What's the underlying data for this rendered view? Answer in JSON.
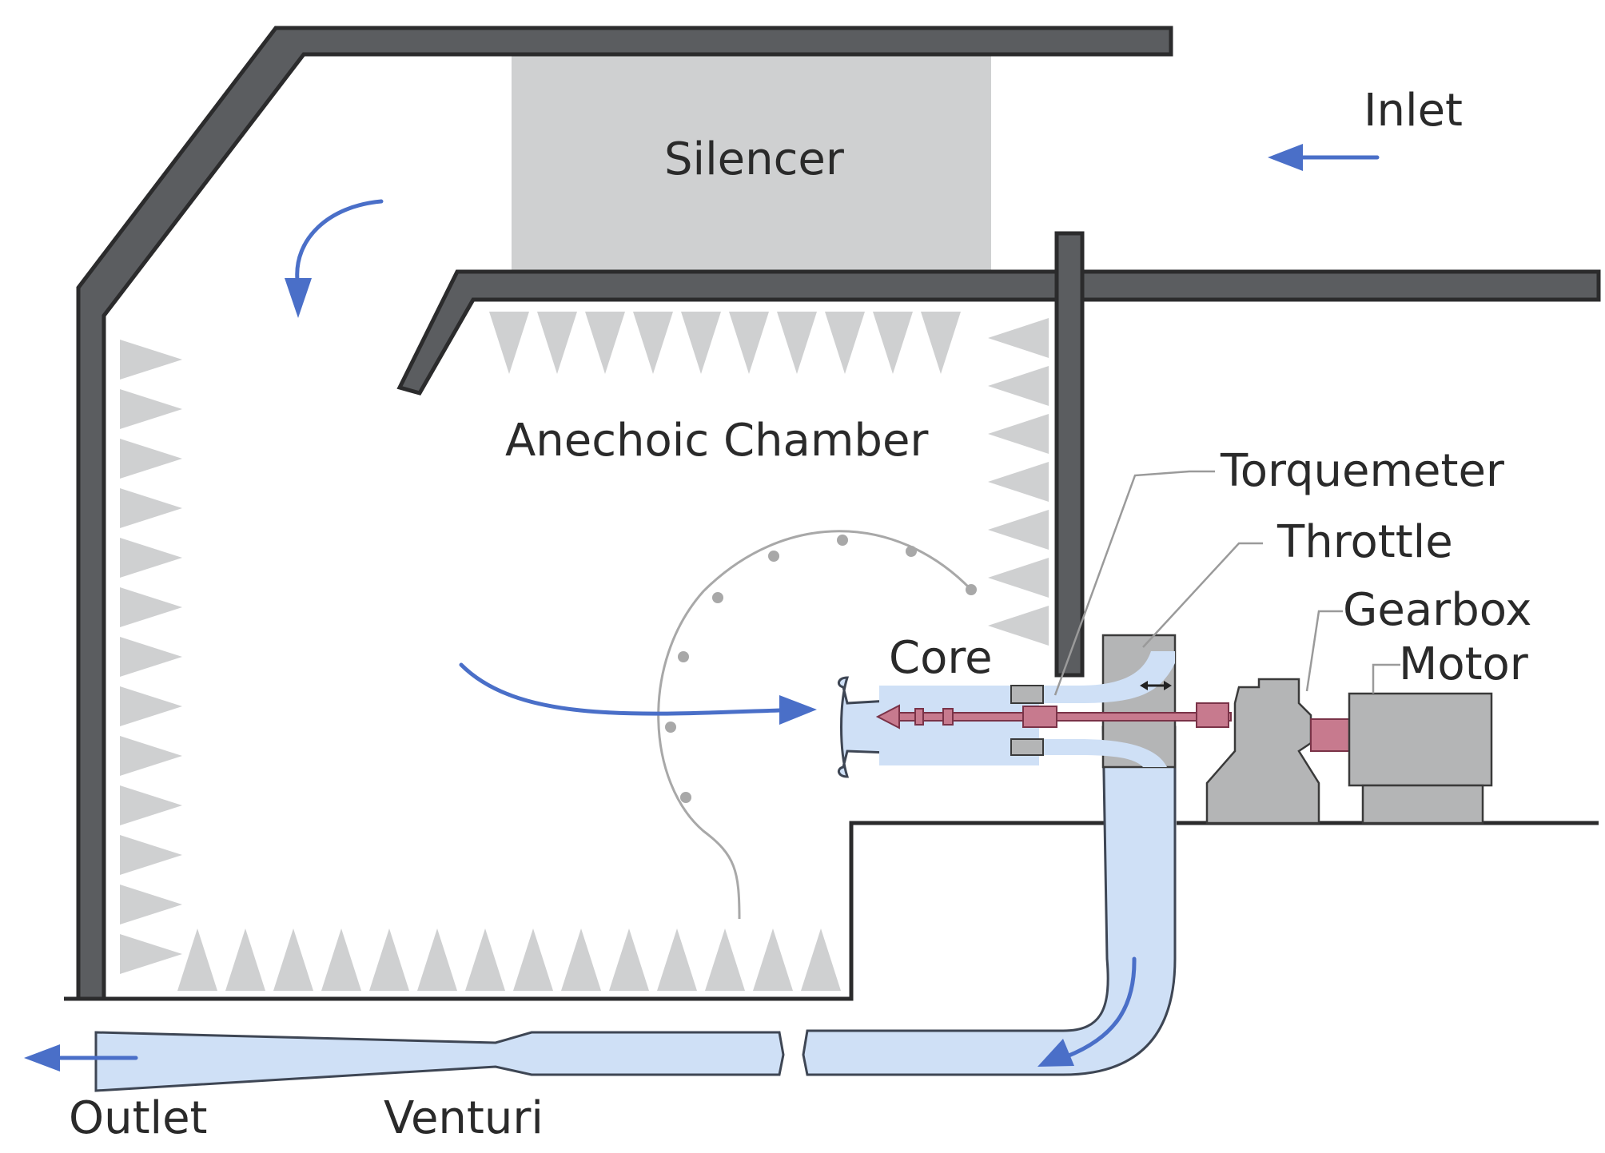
{
  "labels": {
    "inlet": "Inlet",
    "silencer": "Silencer",
    "anechoic_chamber": "Anechoic Chamber",
    "torquemeter": "Torquemeter",
    "throttle": "Throttle",
    "gearbox": "Gearbox",
    "motor": "Motor",
    "core": "Core",
    "outlet": "Outlet",
    "venturi": "Venturi"
  },
  "colors": {
    "wall": "#5b5d60",
    "acoustic_wedge": "#cfd0d1",
    "silencer": "#cfd0d1",
    "flow_duct": "#cfe0f6",
    "flow_arrow": "#4a6fc8",
    "shaft": "#c77a8e",
    "machinery": "#b4b5b6"
  }
}
